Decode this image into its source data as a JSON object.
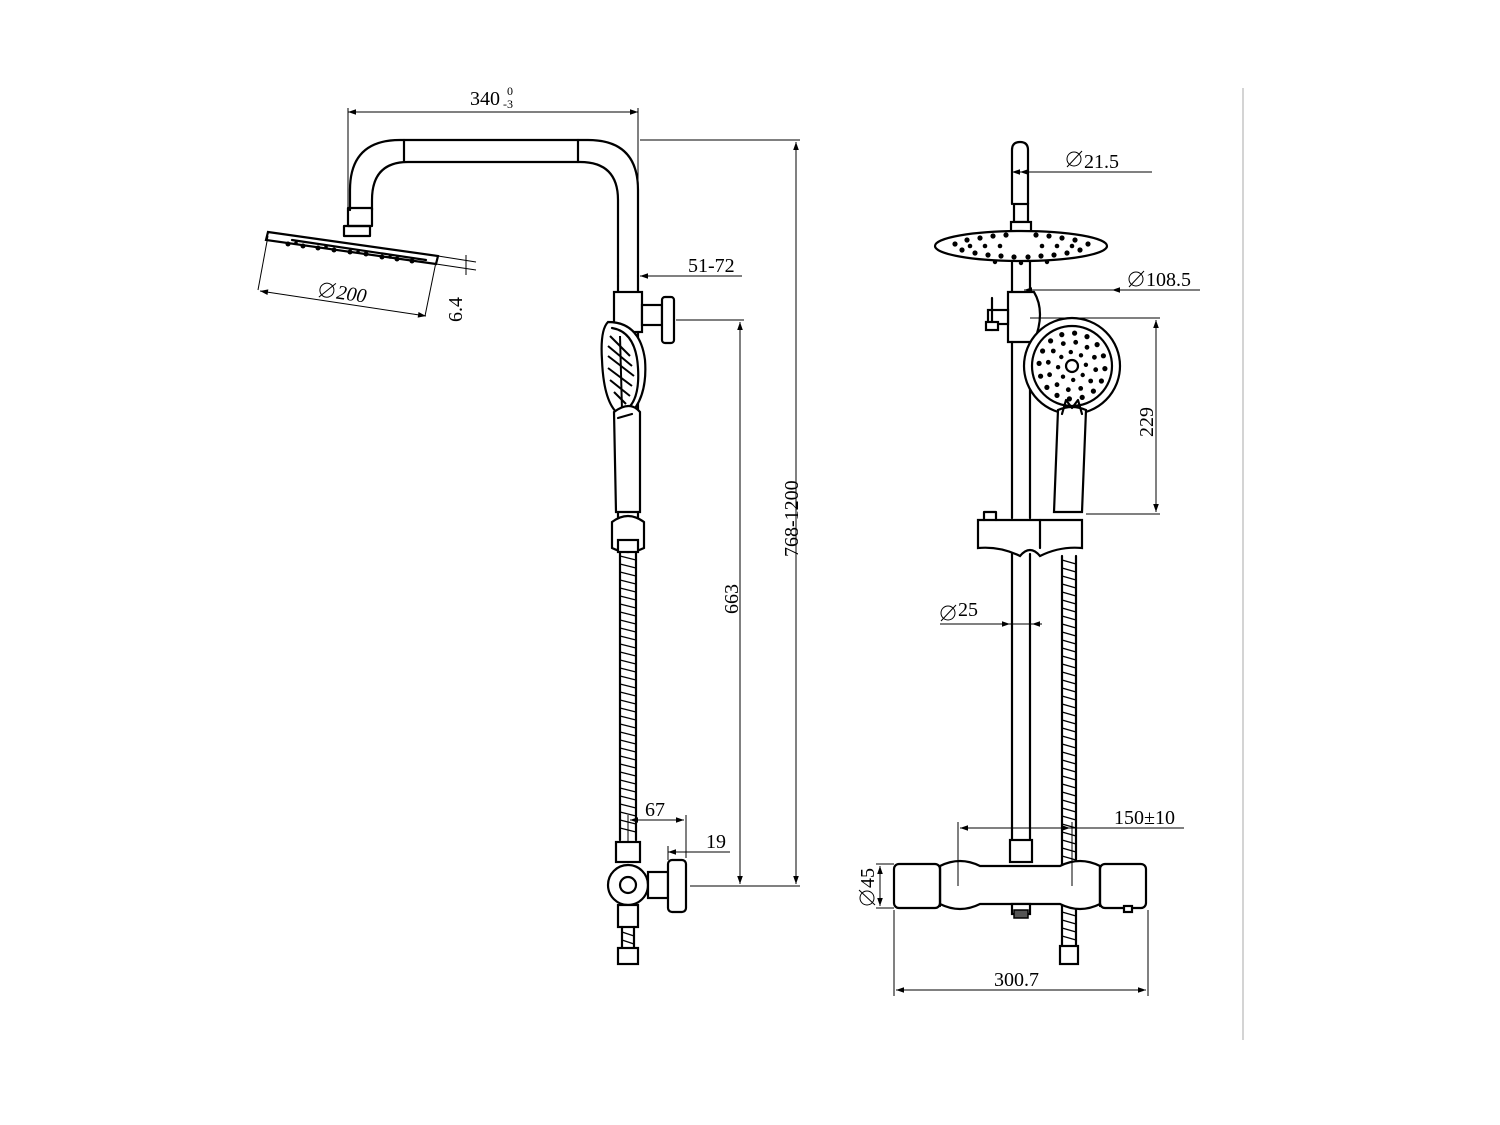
{
  "side_view": {
    "arm_width": "340",
    "arm_tol_upper": "0",
    "arm_tol_lower": "-3",
    "head_diameter": "200",
    "head_thickness": "6.4",
    "offset_range": "51-72",
    "total_height": "768-1200",
    "bar_height": "663",
    "mixer_depth": "67",
    "outlet_gap": "19"
  },
  "front_view": {
    "pipe_diameter": "21.5",
    "hand_diameter": "108.5",
    "hand_length": "229",
    "rail_diameter": "25",
    "inlet_spacing": "150±10",
    "mixer_diameter": "45",
    "mixer_width": "300.7"
  }
}
